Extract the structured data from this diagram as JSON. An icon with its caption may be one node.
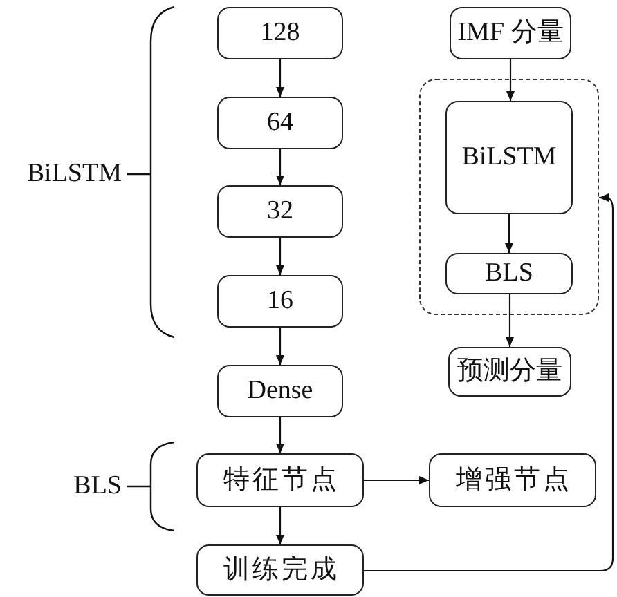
{
  "diagram": {
    "nodes": [
      {
        "text": [
          "128"
        ]
      },
      {
        "text": [
          "64"
        ]
      },
      {
        "text": [
          "32"
        ]
      },
      {
        "text": [
          "16"
        ]
      },
      {
        "text": [
          "Dense"
        ]
      },
      {
        "text": [
          "特征节点"
        ]
      },
      {
        "text": [
          "增强节点"
        ]
      },
      {
        "text": [
          "训练完成"
        ]
      },
      {
        "text": [
          "IMF 分量"
        ]
      },
      {
        "text": [],
        "shape": "box"
      },
      {
        "text": [
          "BiLSTM"
        ],
        "in": 9
      },
      {
        "text": [
          "BLS"
        ],
        "in": 9
      },
      {
        "text": [
          "预测分量"
        ]
      }
    ],
    "edges": [
      {
        "from": 0,
        "to": 1,
        "arrow": "to"
      },
      {
        "from": 1,
        "to": 2,
        "arrow": "to"
      },
      {
        "from": 2,
        "to": 3,
        "arrow": "to"
      },
      {
        "from": 3,
        "to": 4,
        "arrow": "to"
      },
      {
        "from": 4,
        "to": 5,
        "arrow": "to"
      },
      {
        "from": 5,
        "to": 6,
        "arrow": "to"
      },
      {
        "from": 5,
        "to": 7,
        "arrow": "to"
      },
      {
        "from": 7,
        "to": 9,
        "arrow": "to"
      },
      {
        "from": 8,
        "to": 10,
        "arrow": "to"
      },
      {
        "from": 10,
        "to": 11,
        "arrow": "to"
      },
      {
        "from": 11,
        "to": 12,
        "arrow": "to"
      }
    ],
    "labels": [
      "BiLSTM",
      "BLS"
    ]
  }
}
